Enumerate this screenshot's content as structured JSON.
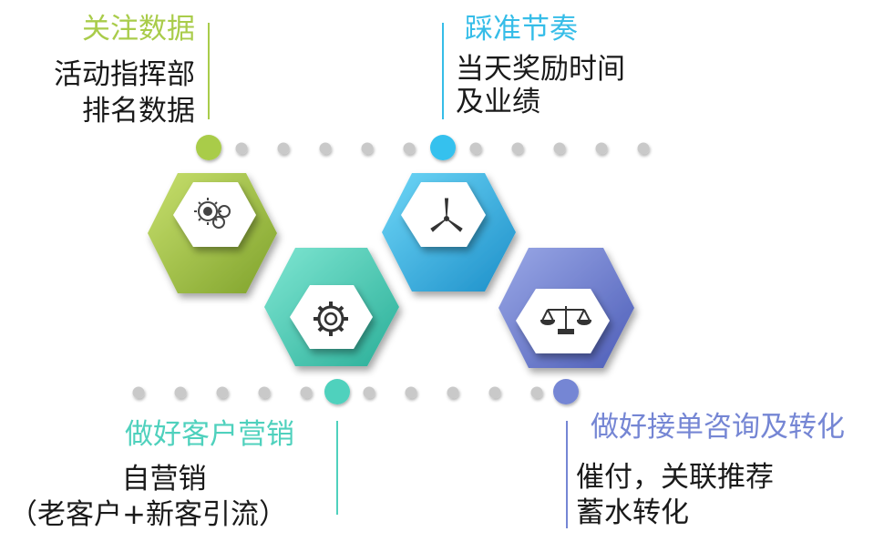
{
  "colors": {
    "green": "#a9cc4a",
    "teal": "#4fd1bd",
    "blue": "#36bde8",
    "purple": "#7586d4",
    "dot": "#c9c9c9",
    "text": "#1a1a1a"
  },
  "blocks": [
    {
      "id": "green",
      "title": "关注数据",
      "lines": [
        "活动指挥部",
        "排名数据"
      ],
      "icon": "gears-person-icon"
    },
    {
      "id": "blue",
      "title": "踩准节奏",
      "lines": [
        "当天奖励时间",
        "及业绩"
      ],
      "icon": "wind-turbine-icon"
    },
    {
      "id": "teal",
      "title": "做好客户营销",
      "lines": [
        "自营销",
        "（老客户+新客引流）"
      ],
      "icon": "gear-icon"
    },
    {
      "id": "purple",
      "title": "做好接单咨询及转化",
      "lines": [
        "催付，关联推荐",
        "蓄水转化"
      ],
      "icon": "balance-scale-icon"
    }
  ]
}
